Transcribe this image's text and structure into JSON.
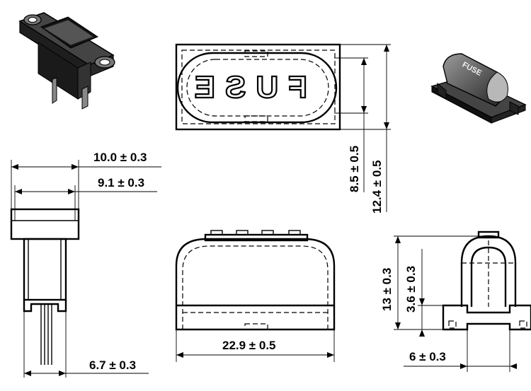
{
  "drawing": {
    "front_plate_text": "FUSE",
    "dimensions": {
      "overall_width": "10.0 ± 0.3",
      "inner_width": "9.1 ± 0.3",
      "pin_spacing": "6.7 ± 0.3",
      "top_inner_height": "8.5 ± 0.5",
      "top_outer_height": "12.4 ± 0.5",
      "overall_length": "22.9 ± 0.5",
      "overall_height": "13 ± 0.3",
      "base_height": "3.6 ± 0.3",
      "base_width": "6 ± 0.3"
    },
    "colors": {
      "line": "#000000",
      "body": "#2b2b2b",
      "background": "#ffffff"
    }
  }
}
